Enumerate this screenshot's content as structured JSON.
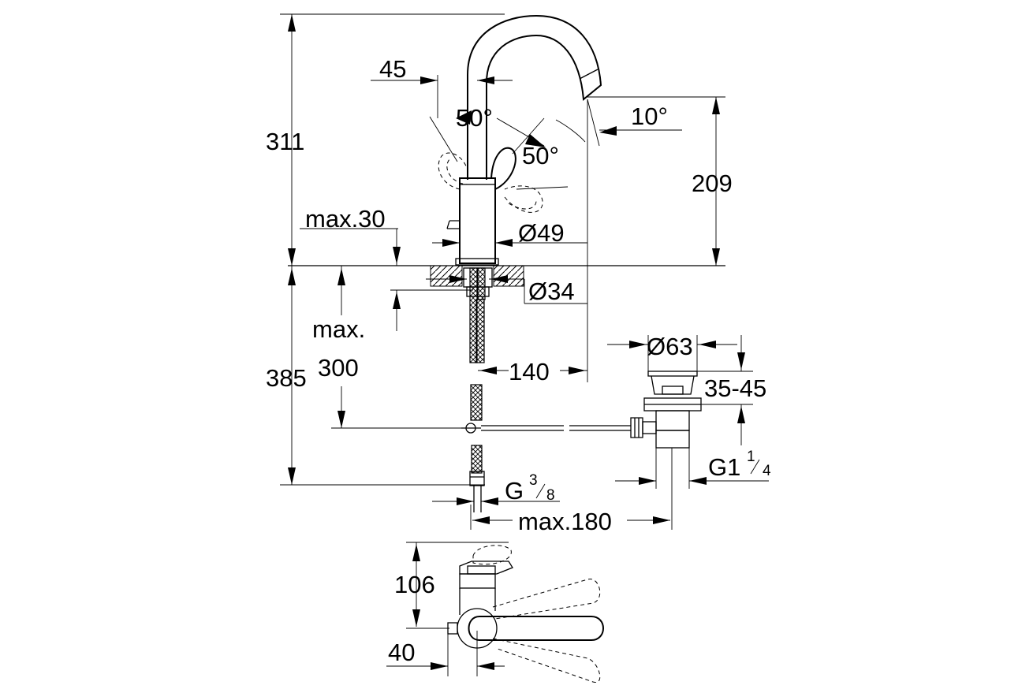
{
  "dimensions": {
    "total_height": "311",
    "spout_offset": "45",
    "lever_angle_left": "50°",
    "lever_angle_right": "50°",
    "spout_angle": "10°",
    "spout_height": "209",
    "max_thickness": "max.30",
    "body_diameter": "Ø49",
    "hole_diameter": "Ø34",
    "max_label": "max.",
    "max_300": "300",
    "below_height": "385",
    "reach": "140",
    "waste_diameter": "Ø63",
    "waste_range": "35-45",
    "waste_thread_prefix": "G1",
    "waste_thread_num": "1",
    "waste_thread_den": "4",
    "inlet_thread_prefix": "G",
    "inlet_thread_num": "3",
    "inlet_thread_den": "8",
    "max_180": "max.180",
    "top_view_depth": "106",
    "top_view_offset": "40"
  }
}
